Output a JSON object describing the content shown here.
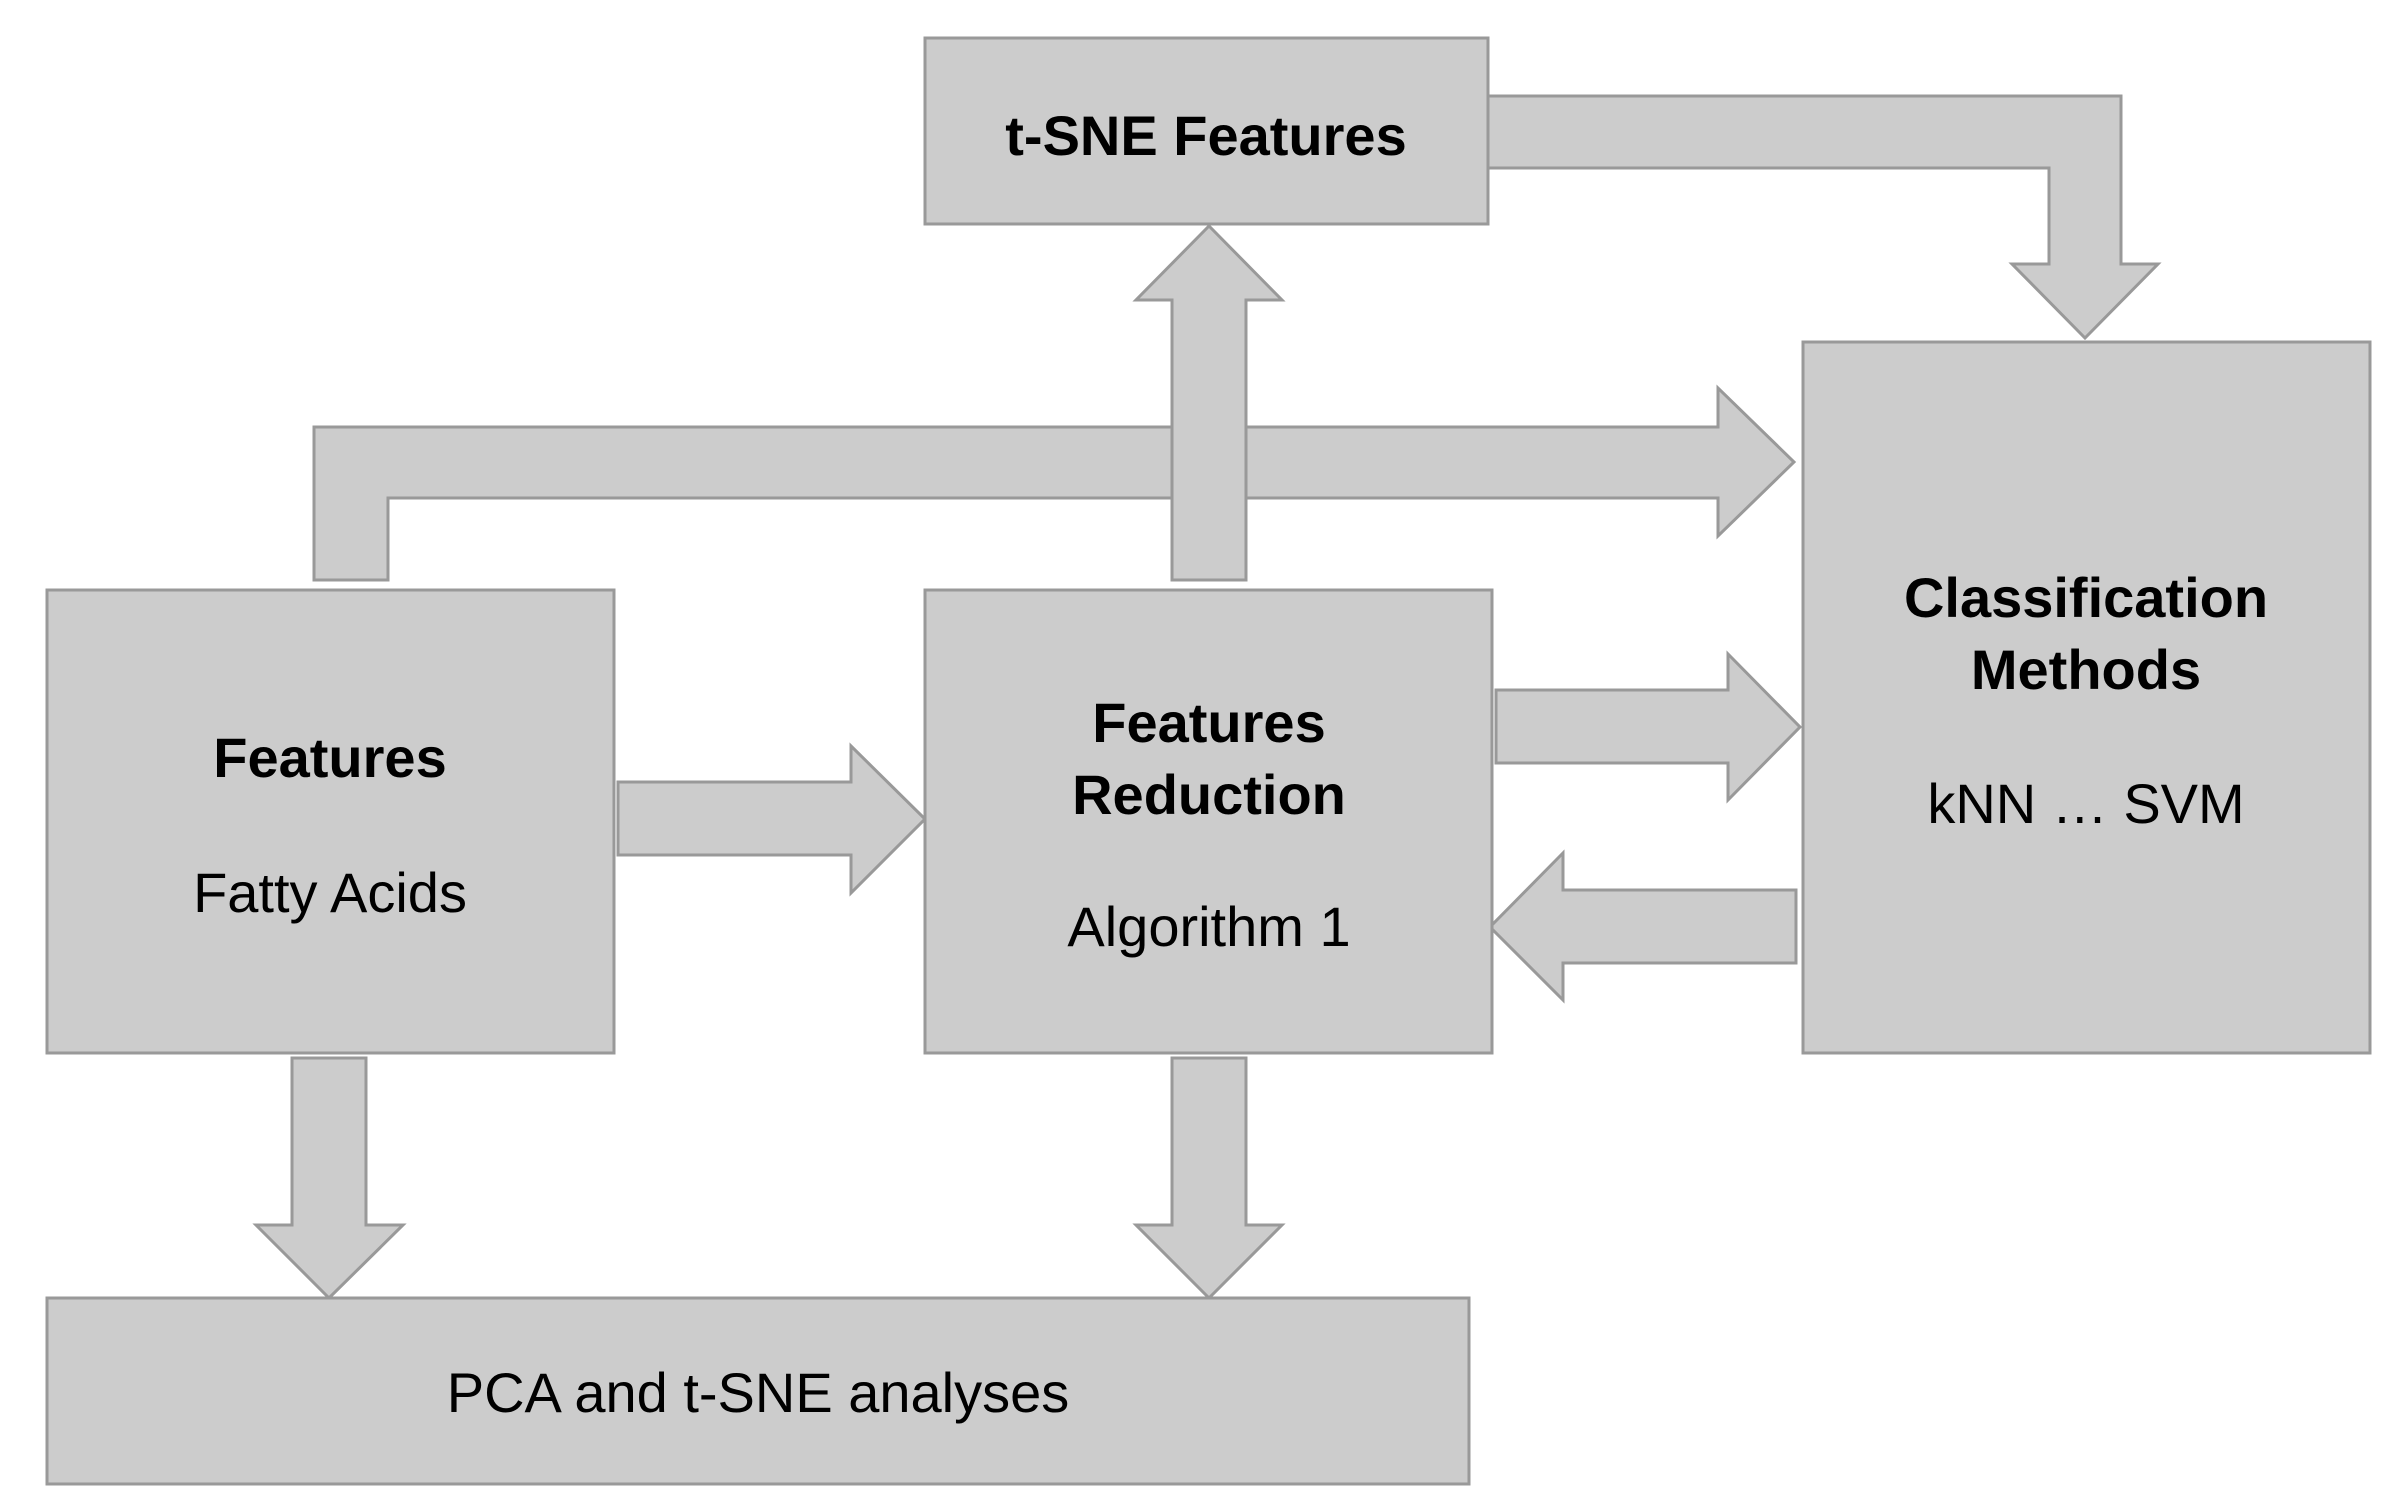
{
  "nodes": {
    "tsne_features": {
      "title": "t-SNE Features"
    },
    "features": {
      "title": "Features",
      "subtitle": "Fatty Acids"
    },
    "features_reduction": {
      "title_line1": "Features",
      "title_line2": "Reduction",
      "subtitle": "Algorithm 1"
    },
    "classification": {
      "title_line1": "Classification",
      "title_line2": "Methods",
      "subtitle": "kNN … SVM"
    },
    "analyses": {
      "title": "PCA and t-SNE analyses"
    }
  },
  "edges": [
    {
      "from": "features",
      "to": "features_reduction"
    },
    {
      "from": "features",
      "to": "classification"
    },
    {
      "from": "features",
      "to": "analyses"
    },
    {
      "from": "features_reduction",
      "to": "tsne_features"
    },
    {
      "from": "features_reduction",
      "to": "classification"
    },
    {
      "from": "classification",
      "to": "features_reduction"
    },
    {
      "from": "features_reduction",
      "to": "analyses"
    },
    {
      "from": "tsne_features",
      "to": "classification"
    }
  ],
  "colors": {
    "box_fill": "#cccccc",
    "box_stroke": "#999999",
    "text": "#000000"
  }
}
